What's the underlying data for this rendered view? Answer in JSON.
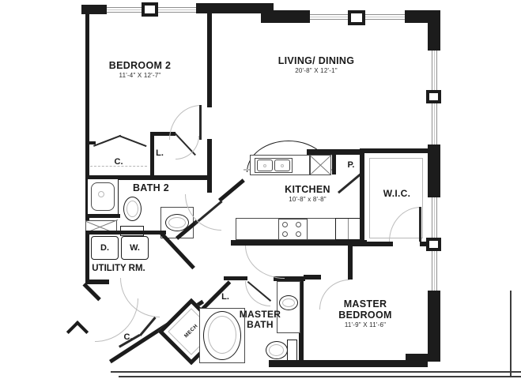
{
  "colors": {
    "line": "#1c1c1c",
    "muted": "#b8b8b8",
    "background": "#ffffff"
  },
  "rooms": {
    "bedroom2": {
      "name": "BEDROOM 2",
      "dims": "11'-4\" X 12'-7\""
    },
    "living": {
      "name": "LIVING/ DINING",
      "dims": "20'-8\" X 12'-1\""
    },
    "kitchen": {
      "name": "KITCHEN",
      "dims": "10'-8\" x 8'-8\""
    },
    "bath2": {
      "name": "BATH 2"
    },
    "wic": {
      "name": "W.I.C."
    },
    "master_bedroom": {
      "name": "MASTER BEDROOM",
      "dims": "11'-9\" X 11'-6\""
    },
    "master_bath": {
      "name": "MASTER BATH"
    },
    "utility": {
      "name": "UTILITY RM."
    }
  },
  "fixtures": {
    "dryer": "D.",
    "washer": "W.",
    "pantry": "P.",
    "mech": "MECH",
    "closet_bedroom2": "C.",
    "linen_hall": "L.",
    "closet_entry": "C.",
    "linen_master": "L."
  }
}
